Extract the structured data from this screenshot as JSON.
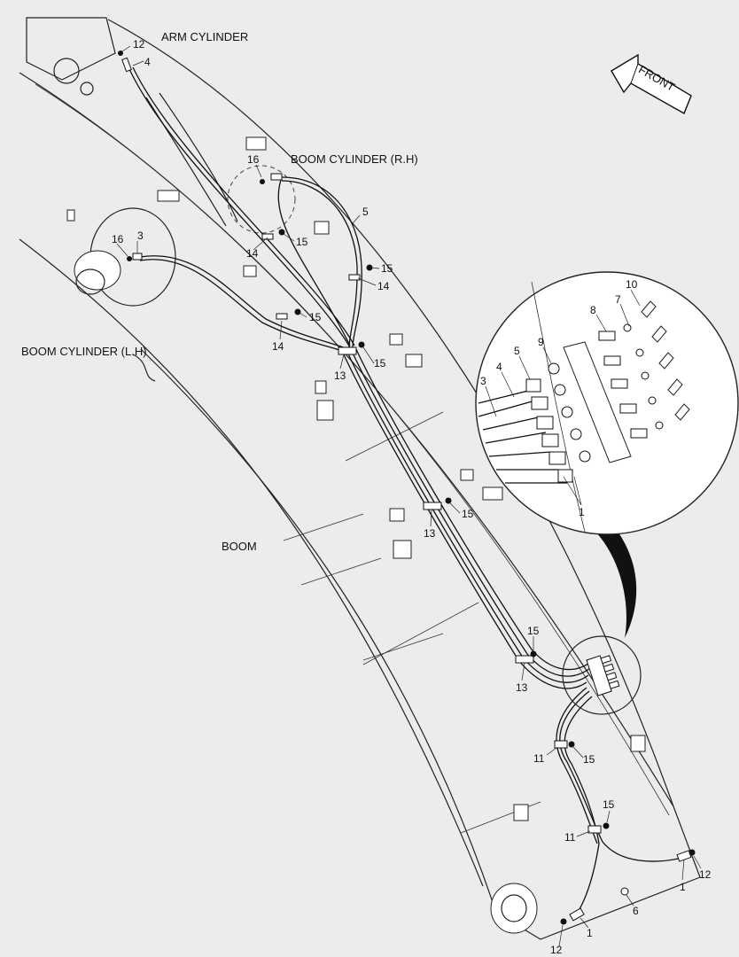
{
  "labels": {
    "arm_cylinder": "ARM CYLINDER",
    "boom_cylinder_rh": "BOOM CYLINDER (R.H)",
    "boom_cylinder_lh": "BOOM CYLINDER (L.H)",
    "boom": "BOOM",
    "front": "FRONT"
  },
  "callouts": {
    "c12a": "12",
    "c4a": "4",
    "c16a": "16",
    "c5a": "5",
    "c16b": "16",
    "c3a": "3",
    "c15a": "15",
    "c14a": "14",
    "c15b": "15",
    "c14b": "14",
    "c15c": "15",
    "c14c": "14",
    "c13a": "13",
    "c15d": "15",
    "c15e": "15",
    "c13b": "13",
    "c15f": "15",
    "c13c": "13",
    "c11a": "11",
    "c15g": "15",
    "c15h": "15",
    "c11b": "11",
    "c1a": "1",
    "c12b": "12",
    "c6a": "6",
    "c1b": "1",
    "c12c": "12",
    "d10": "10",
    "d7": "7",
    "d8": "8",
    "d9": "9",
    "d5": "5",
    "d4": "4",
    "d3": "3",
    "d1": "1"
  }
}
